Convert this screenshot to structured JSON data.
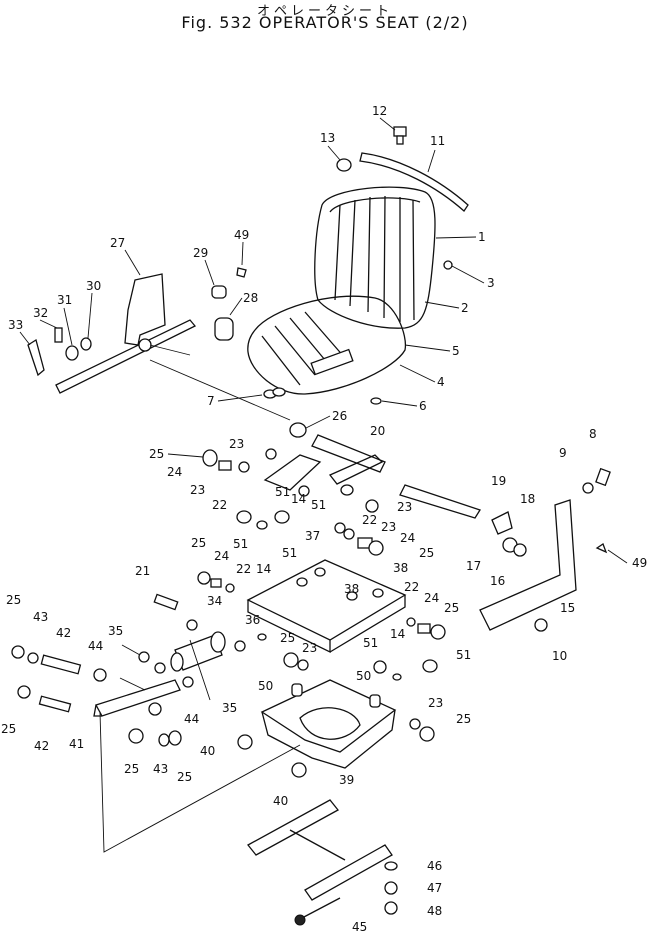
{
  "title": {
    "japanese": "オペレータシート",
    "english": "Fig. 532  OPERATOR'S SEAT  (2/2)"
  },
  "callouts": [
    "1",
    "2",
    "3",
    "4",
    "5",
    "6",
    "7",
    "8",
    "9",
    "10",
    "11",
    "12",
    "13",
    "14",
    "15",
    "16",
    "17",
    "18",
    "19",
    "20",
    "21",
    "22",
    "23",
    "24",
    "25",
    "26",
    "27",
    "28",
    "29",
    "30",
    "31",
    "32",
    "33",
    "34",
    "35",
    "36",
    "37",
    "38",
    "39",
    "40",
    "41",
    "42",
    "43",
    "44",
    "45",
    "46",
    "47",
    "48",
    "49",
    "50",
    "51"
  ],
  "labels": [
    {
      "id": "l12",
      "text": "12"
    },
    {
      "id": "l13",
      "text": "13"
    },
    {
      "id": "l11",
      "text": "11"
    },
    {
      "id": "l1",
      "text": "1"
    },
    {
      "id": "l3",
      "text": "3"
    },
    {
      "id": "l2",
      "text": "2"
    },
    {
      "id": "l5",
      "text": "5"
    },
    {
      "id": "l4",
      "text": "4"
    },
    {
      "id": "l6",
      "text": "6"
    },
    {
      "id": "l7",
      "text": "7"
    },
    {
      "id": "l26",
      "text": "26"
    },
    {
      "id": "l27",
      "text": "27"
    },
    {
      "id": "l29",
      "text": "29"
    },
    {
      "id": "l49a",
      "text": "49"
    },
    {
      "id": "l28",
      "text": "28"
    },
    {
      "id": "l30",
      "text": "30"
    },
    {
      "id": "l31",
      "text": "31"
    },
    {
      "id": "l32",
      "text": "32"
    },
    {
      "id": "l33",
      "text": "33"
    },
    {
      "id": "l20",
      "text": "20"
    },
    {
      "id": "l23a",
      "text": "23"
    },
    {
      "id": "l25a",
      "text": "25"
    },
    {
      "id": "l24a",
      "text": "24"
    },
    {
      "id": "l23b",
      "text": "23"
    },
    {
      "id": "l22a",
      "text": "22"
    },
    {
      "id": "l51a",
      "text": "51"
    },
    {
      "id": "l14a",
      "text": "14"
    },
    {
      "id": "l51b",
      "text": "51"
    },
    {
      "id": "l23c",
      "text": "23"
    },
    {
      "id": "l19",
      "text": "19"
    },
    {
      "id": "l8",
      "text": "8"
    },
    {
      "id": "l9",
      "text": "9"
    },
    {
      "id": "l18",
      "text": "18"
    },
    {
      "id": "l22b",
      "text": "22"
    },
    {
      "id": "l23d",
      "text": "23"
    },
    {
      "id": "l24b",
      "text": "24"
    },
    {
      "id": "l25b",
      "text": "25"
    },
    {
      "id": "l51c",
      "text": "51"
    },
    {
      "id": "l51d",
      "text": "51"
    },
    {
      "id": "l14b",
      "text": "14"
    },
    {
      "id": "l37",
      "text": "37"
    },
    {
      "id": "l17",
      "text": "17"
    },
    {
      "id": "l16",
      "text": "16"
    },
    {
      "id": "l49b",
      "text": "49"
    },
    {
      "id": "l25c",
      "text": "25"
    },
    {
      "id": "l24c",
      "text": "24"
    },
    {
      "id": "l22c",
      "text": "22"
    },
    {
      "id": "l38a",
      "text": "38"
    },
    {
      "id": "l21",
      "text": "21"
    },
    {
      "id": "l38b",
      "text": "38"
    },
    {
      "id": "l22d",
      "text": "22"
    },
    {
      "id": "l34",
      "text": "34"
    },
    {
      "id": "l24d",
      "text": "24"
    },
    {
      "id": "l25d",
      "text": "25"
    },
    {
      "id": "l15",
      "text": "15"
    },
    {
      "id": "l25e",
      "text": "25"
    },
    {
      "id": "l43a",
      "text": "43"
    },
    {
      "id": "l42a",
      "text": "42"
    },
    {
      "id": "l35a",
      "text": "35"
    },
    {
      "id": "l36",
      "text": "36"
    },
    {
      "id": "l25f",
      "text": "25"
    },
    {
      "id": "l23e",
      "text": "23"
    },
    {
      "id": "l14c",
      "text": "14"
    },
    {
      "id": "l51e",
      "text": "51"
    },
    {
      "id": "l51f",
      "text": "51"
    },
    {
      "id": "l10",
      "text": "10"
    },
    {
      "id": "l44a",
      "text": "44"
    },
    {
      "id": "l50a",
      "text": "50"
    },
    {
      "id": "l50b",
      "text": "50"
    },
    {
      "id": "l25g",
      "text": "25"
    },
    {
      "id": "l42b",
      "text": "42"
    },
    {
      "id": "l41",
      "text": "41"
    },
    {
      "id": "l44b",
      "text": "44"
    },
    {
      "id": "l35b",
      "text": "35"
    },
    {
      "id": "l23f",
      "text": "23"
    },
    {
      "id": "l25h",
      "text": "25"
    },
    {
      "id": "l40a",
      "text": "40"
    },
    {
      "id": "l25i",
      "text": "25"
    },
    {
      "id": "l43b",
      "text": "43"
    },
    {
      "id": "l25j",
      "text": "25"
    },
    {
      "id": "l39",
      "text": "39"
    },
    {
      "id": "l40b",
      "text": "40"
    },
    {
      "id": "l46",
      "text": "46"
    },
    {
      "id": "l47",
      "text": "47"
    },
    {
      "id": "l48",
      "text": "48"
    },
    {
      "id": "l45",
      "text": "45"
    }
  ]
}
